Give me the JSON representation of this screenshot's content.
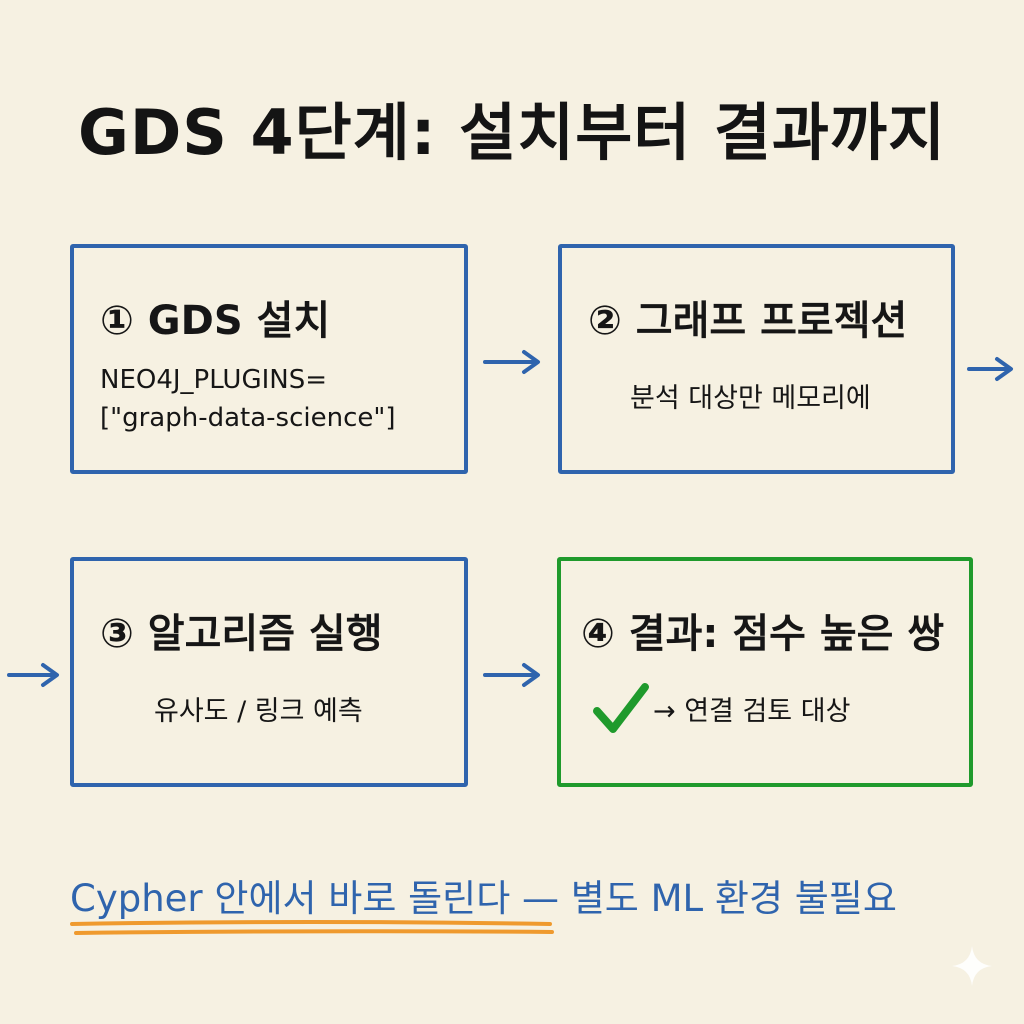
{
  "title": "GDS 4단계: 설치부터 결과까지",
  "steps": [
    {
      "title": "① GDS 설치",
      "lines": [
        "NEO4J_PLUGINS=",
        "[\"graph-data-science\"]"
      ]
    },
    {
      "title": "② 그래프 프로젝션",
      "lines": [
        "분석 대상만 메모리에"
      ]
    },
    {
      "title": "③ 알고리즘 실행",
      "lines": [
        "유사도 / 링크 예측"
      ]
    },
    {
      "title": "④ 결과: 점수 높은 쌍",
      "check_icon": "checkmark-icon",
      "lines": [
        "→ 연결 검토 대상"
      ]
    }
  ],
  "footer": {
    "highlight": "Cypher 안에서 바로 돌린다",
    "rest": " — 별도 ML 환경 불필요"
  },
  "colors": {
    "background": "#f6f1e2",
    "box_border": "#2f64ad",
    "result_border": "#1f9a2c",
    "arrow": "#2f64ad",
    "footer_text": "#2f64ad",
    "underline": "#ef9a2e",
    "check": "#1f9a2c"
  },
  "icons": [
    "arrow-right-icon",
    "checkmark-icon",
    "sparkle-icon"
  ]
}
